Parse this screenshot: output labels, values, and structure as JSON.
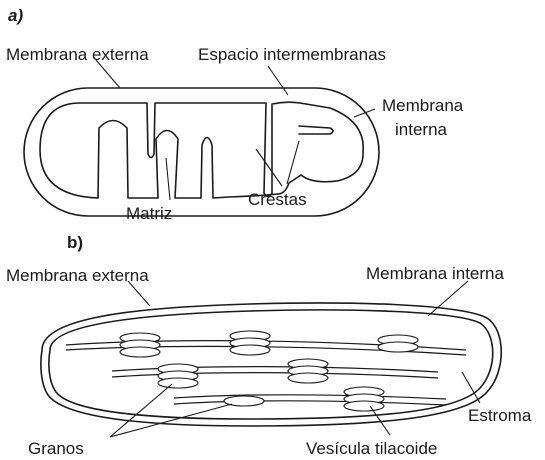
{
  "panel_a": {
    "tag": "a)",
    "labels": {
      "outer_membrane": "Membrana externa",
      "intermembrane_space": "Espacio intermembranas",
      "inner_membrane_line1": "Membrana",
      "inner_membrane_line2": "interna",
      "matrix": "Matriz",
      "cristae": "Crestas"
    }
  },
  "panel_b": {
    "tag": "b)",
    "labels": {
      "outer_membrane": "Membrana externa",
      "inner_membrane": "Membrana interna",
      "stroma": "Estroma",
      "grana": "Granos",
      "thylakoid_vesicle": "Vesícula tilacoide"
    }
  },
  "colors": {
    "ink": "#1a1a1a",
    "stroma_fill": "#d9d9d9",
    "thylakoid_fill": "#ffffff",
    "background": "#ffffff"
  }
}
